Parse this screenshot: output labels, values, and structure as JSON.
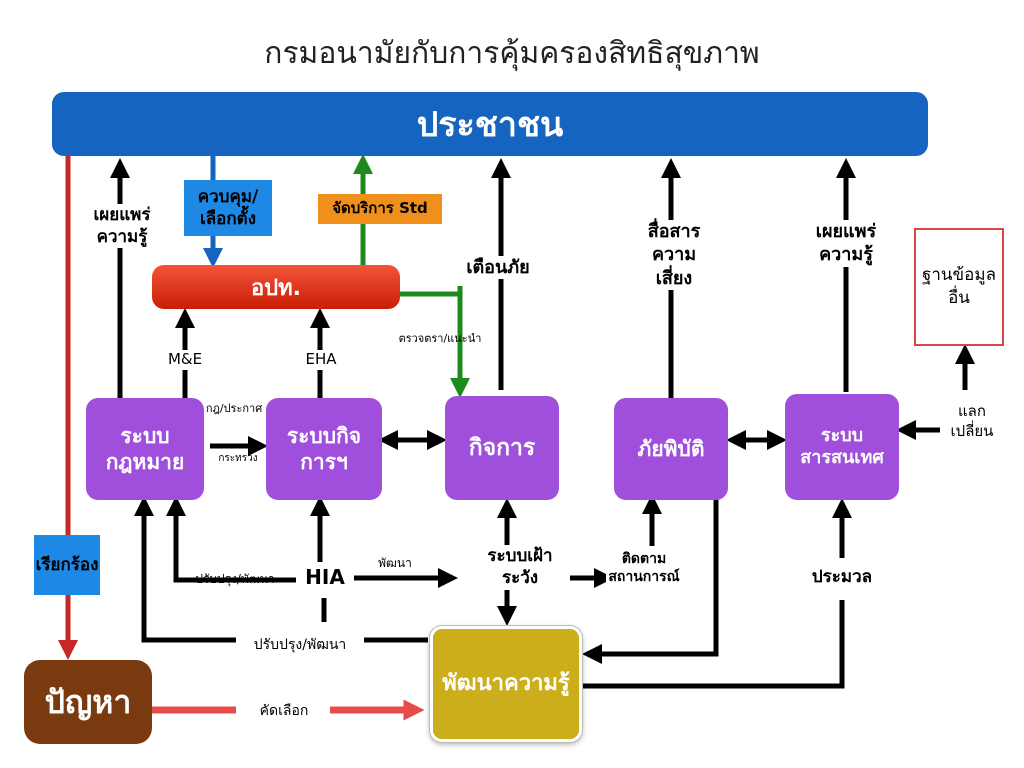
{
  "title": "กรมอนามัยกับการคุ้มครองสิทธิสุขภาพ",
  "banner": "ประชาชน",
  "agency": "อปท.",
  "nodes": {
    "law": "ระบบกฎหมาย",
    "health_affairs": "ระบบกิจการฯ",
    "activities": "กิจการ",
    "disaster": "ภัยพิบัติ",
    "info": "ระบบสารสนเทศ",
    "surveillance": "ระบบเฝ้าระวัง",
    "monitoring": "ติดตามสถานการณ์",
    "hia": "HIA",
    "problem": "ปัญหา",
    "knowledge": "พัฒนาความรู้",
    "other_data": "ฐานข้อมูลอื่น"
  },
  "blue_labels": {
    "control": "ควบคุม/เลือกตั้ง",
    "petition": "เรียกร้อง"
  },
  "labels": {
    "disseminate_left": "เผยแพร่ความรู้",
    "service_std": "จัดบริการ Std",
    "warn": "เตือนภัย",
    "risk_comm": "สื่อสารความเสี่ยง",
    "disseminate_right": "เผยแพร่ความรู้",
    "inspect": "ตรวจตรา/แนะนำ",
    "me": "M&E",
    "eha": "EHA",
    "regulation": "กฎ/ประกาศ",
    "ministry": "กระทรวง",
    "improve_hia": "ปรับปรุง/พัฒนา",
    "develop": "พัฒนา",
    "improve_bottom": "ปรับปรุง/พัฒนา",
    "process": "ประมวล",
    "select": "คัดเลือก",
    "exchange": "แลกเปลี่ยน"
  }
}
